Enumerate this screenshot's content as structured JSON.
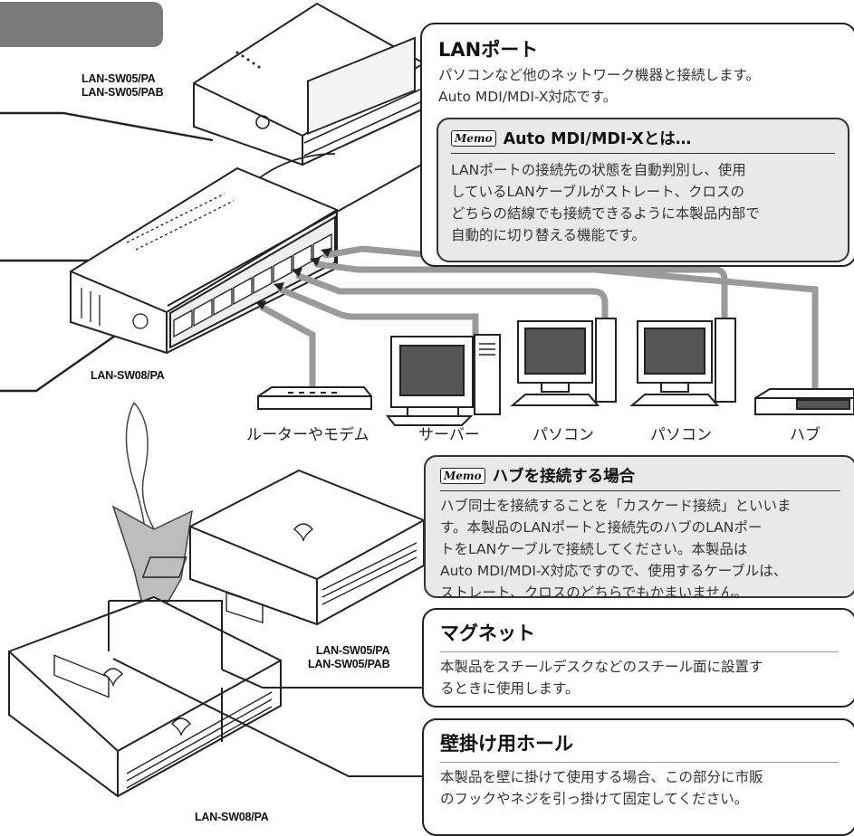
{
  "models": {
    "top_small": [
      "LAN-SW05/PA",
      "LAN-SW05/PAB"
    ],
    "top_large": "LAN-SW08/PA",
    "bottom_small": [
      "LAN-SW05/PA",
      "LAN-SW05/PAB"
    ],
    "bottom_large": "LAN-SW08/PA"
  },
  "devices": {
    "router": "ルーターやモデム",
    "server": "サーバー",
    "pc1": "パソコン",
    "pc2": "パソコン",
    "hub": "ハブ"
  },
  "lan_port": {
    "title": "LANポート",
    "line1": "パソコンなど他のネットワーク機器と接続します。",
    "line2": "Auto MDI/MDI-X対応です。",
    "memo": {
      "icon_text": "Memo",
      "title": "Auto MDI/MDI-Xとは…",
      "lines": [
        "LANポートの接続先の状態を自動判別し、使用",
        "しているLANケーブルがストレート、クロスの",
        "どちらの結線でも接続できるように本製品内部で",
        "自動的に切り替える機能です。"
      ]
    }
  },
  "hub_memo": {
    "icon_text": "Memo",
    "title": "ハブを接続する場合",
    "lines": [
      "ハブ同士を接続することを「カスケード接続」といいま",
      "す。本製品のLANポートと接続先のハブのLANポー",
      "トをLANケーブルで接続してください。本製品は",
      "Auto MDI/MDI-X対応ですので、使用するケーブルは、",
      "ストレート、クロスのどちらでもかまいません。"
    ]
  },
  "magnet": {
    "title": "マグネット",
    "lines": [
      "本製品をスチールデスクなどのスチール面に設置す",
      "るときに使用します。"
    ]
  },
  "wall_hole": {
    "title": "壁掛け用ホール",
    "lines": [
      "本製品を壁に掛けて使用する場合、この部分に市販",
      "のフックやネジを引っ掛けて固定してください。"
    ]
  }
}
